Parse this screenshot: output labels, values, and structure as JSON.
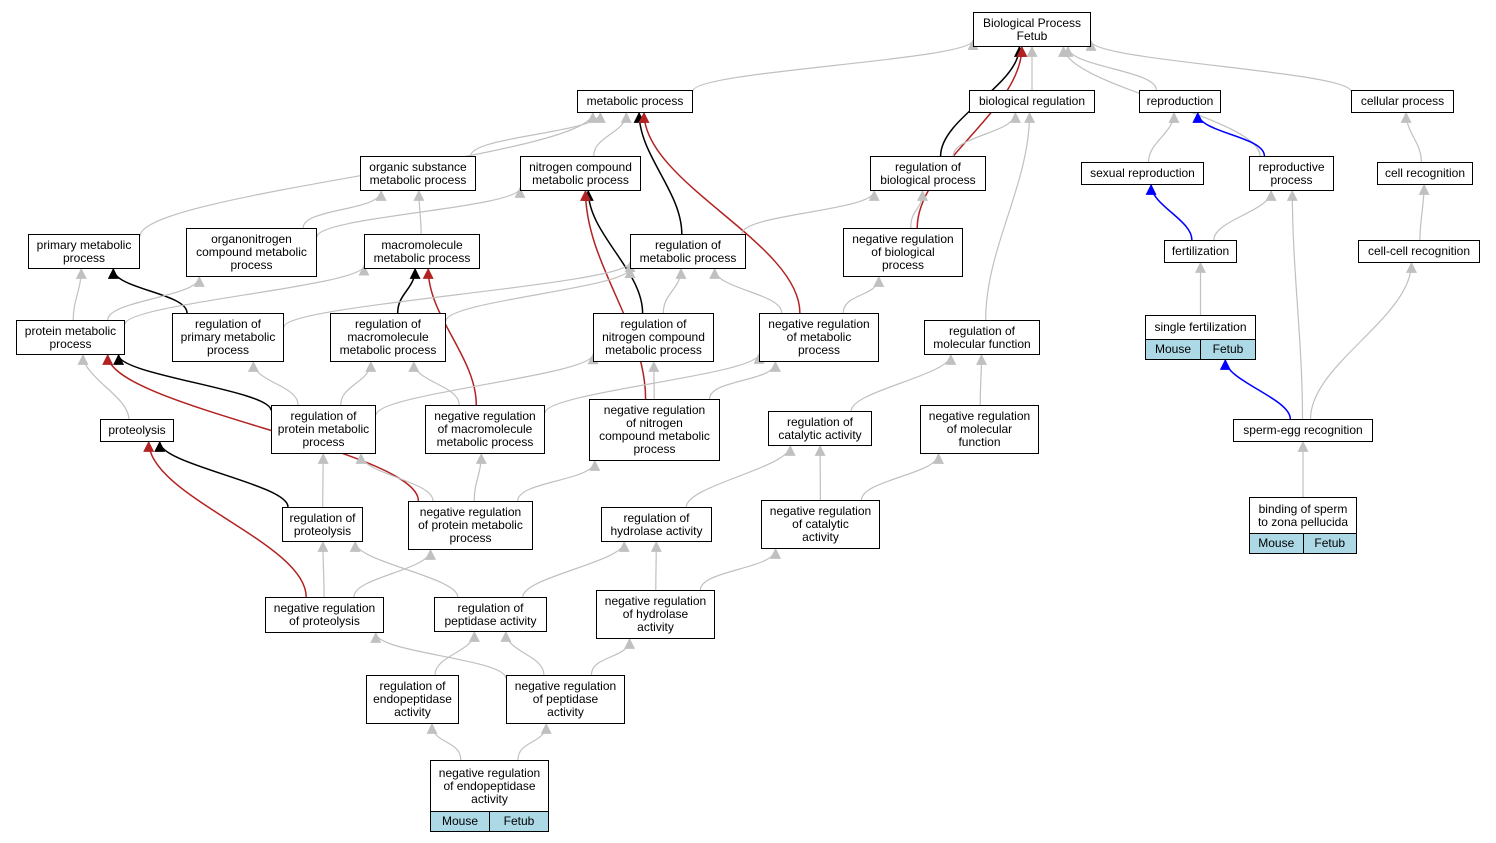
{
  "colors": {
    "gray": "#c0c0c0",
    "black": "#000000",
    "red": "#b22222",
    "blue": "#0000ff",
    "tag_bg": "#add8e6"
  },
  "nodes": [
    {
      "id": "bp",
      "label": [
        "Biological Process",
        "Fetub"
      ]
    },
    {
      "id": "mp",
      "label": [
        "metabolic process"
      ]
    },
    {
      "id": "breg",
      "label": [
        "biological regulation"
      ]
    },
    {
      "id": "repro",
      "label": [
        "reproduction"
      ]
    },
    {
      "id": "cellp",
      "label": [
        "cellular process"
      ]
    },
    {
      "id": "osmp",
      "label": [
        "organic substance",
        "metabolic process"
      ]
    },
    {
      "id": "ncmp",
      "label": [
        "nitrogen compound",
        "metabolic process"
      ]
    },
    {
      "id": "rbp",
      "label": [
        "regulation of",
        "biological process"
      ]
    },
    {
      "id": "sexr",
      "label": [
        "sexual reproduction"
      ]
    },
    {
      "id": "rprocp",
      "label": [
        "reproductive",
        "process"
      ]
    },
    {
      "id": "cellrec",
      "label": [
        "cell recognition"
      ]
    },
    {
      "id": "pmp",
      "label": [
        "primary metabolic",
        "process"
      ]
    },
    {
      "id": "oncmp",
      "label": [
        "organonitrogen",
        "compound metabolic",
        "process"
      ]
    },
    {
      "id": "mmp",
      "label": [
        "macromolecule",
        "metabolic process"
      ]
    },
    {
      "id": "rmp",
      "label": [
        "regulation of",
        "metabolic process"
      ]
    },
    {
      "id": "nrbp",
      "label": [
        "negative regulation",
        "of biological",
        "process"
      ]
    },
    {
      "id": "fert",
      "label": [
        "fertilization"
      ]
    },
    {
      "id": "ccrec",
      "label": [
        "cell-cell recognition"
      ]
    },
    {
      "id": "protmp",
      "label": [
        "protein metabolic",
        "process"
      ]
    },
    {
      "id": "rpmp",
      "label": [
        "regulation of",
        "primary metabolic",
        "process"
      ]
    },
    {
      "id": "rmmp",
      "label": [
        "regulation of",
        "macromolecule",
        "metabolic process"
      ]
    },
    {
      "id": "rncmp",
      "label": [
        "regulation of",
        "nitrogen compound",
        "metabolic process"
      ]
    },
    {
      "id": "nrmp",
      "label": [
        "negative regulation",
        "of metabolic",
        "process"
      ]
    },
    {
      "id": "rmf",
      "label": [
        "regulation of",
        "molecular function"
      ]
    },
    {
      "id": "sfert",
      "label": [
        "single fertilization"
      ],
      "tags": [
        "Mouse",
        "Fetub"
      ]
    },
    {
      "id": "proteol",
      "label": [
        "proteolysis"
      ]
    },
    {
      "id": "rprotmp",
      "label": [
        "regulation of",
        "protein metabolic",
        "process"
      ]
    },
    {
      "id": "nrmmp",
      "label": [
        "negative regulation",
        "of macromolecule",
        "metabolic process"
      ]
    },
    {
      "id": "nrncmp",
      "label": [
        "negative regulation",
        "of nitrogen",
        "compound metabolic",
        "process"
      ]
    },
    {
      "id": "rca",
      "label": [
        "regulation of",
        "catalytic activity"
      ]
    },
    {
      "id": "nrmf",
      "label": [
        "negative regulation",
        "of molecular",
        "function"
      ]
    },
    {
      "id": "ser",
      "label": [
        "sperm-egg recognition"
      ]
    },
    {
      "id": "rproteol",
      "label": [
        "regulation of",
        "proteolysis"
      ]
    },
    {
      "id": "nrprotmp",
      "label": [
        "negative regulation",
        "of protein metabolic",
        "process"
      ]
    },
    {
      "id": "rha",
      "label": [
        "regulation of",
        "hydrolase activity"
      ]
    },
    {
      "id": "nrca",
      "label": [
        "negative regulation",
        "of catalytic",
        "activity"
      ]
    },
    {
      "id": "bszp",
      "label": [
        "binding of sperm",
        "to zona pellucida"
      ],
      "tags": [
        "Mouse",
        "Fetub"
      ]
    },
    {
      "id": "nrproteol",
      "label": [
        "negative regulation",
        "of proteolysis"
      ]
    },
    {
      "id": "rpa",
      "label": [
        "regulation of",
        "peptidase activity"
      ]
    },
    {
      "id": "nrha",
      "label": [
        "negative regulation",
        "of hydrolase",
        "activity"
      ]
    },
    {
      "id": "rea",
      "label": [
        "regulation of",
        "endopeptidase",
        "activity"
      ]
    },
    {
      "id": "nrpa",
      "label": [
        "negative regulation",
        "of peptidase",
        "activity"
      ]
    },
    {
      "id": "nrea",
      "label": [
        "negative regulation",
        "of endopeptidase",
        "activity"
      ],
      "tags": [
        "Mouse",
        "Fetub"
      ]
    }
  ],
  "edges": [
    {
      "from": "mp",
      "to": "bp",
      "color": "gray"
    },
    {
      "from": "breg",
      "to": "bp",
      "color": "gray"
    },
    {
      "from": "repro",
      "to": "bp",
      "color": "gray"
    },
    {
      "from": "cellp",
      "to": "bp",
      "color": "gray"
    },
    {
      "from": "rprocp",
      "to": "bp",
      "color": "gray"
    },
    {
      "from": "rbp",
      "to": "bp",
      "color": "black"
    },
    {
      "from": "nrbp",
      "to": "bp",
      "color": "red"
    },
    {
      "from": "osmp",
      "to": "mp",
      "color": "gray"
    },
    {
      "from": "ncmp",
      "to": "mp",
      "color": "gray"
    },
    {
      "from": "pmp",
      "to": "mp",
      "color": "gray"
    },
    {
      "from": "rmp",
      "to": "mp",
      "color": "black"
    },
    {
      "from": "nrmp",
      "to": "mp",
      "color": "red"
    },
    {
      "from": "rbp",
      "to": "breg",
      "color": "gray"
    },
    {
      "from": "rmf",
      "to": "breg",
      "color": "gray"
    },
    {
      "from": "sexr",
      "to": "repro",
      "color": "gray"
    },
    {
      "from": "rprocp",
      "to": "repro",
      "color": "blue"
    },
    {
      "from": "cellrec",
      "to": "cellp",
      "color": "gray"
    },
    {
      "from": "oncmp",
      "to": "osmp",
      "color": "gray"
    },
    {
      "from": "mmp",
      "to": "osmp",
      "color": "gray"
    },
    {
      "from": "oncmp",
      "to": "ncmp",
      "color": "gray"
    },
    {
      "from": "rncmp",
      "to": "ncmp",
      "color": "black"
    },
    {
      "from": "nrncmp",
      "to": "ncmp",
      "color": "red"
    },
    {
      "from": "rmp",
      "to": "rbp",
      "color": "gray"
    },
    {
      "from": "nrbp",
      "to": "rbp",
      "color": "gray"
    },
    {
      "from": "fert",
      "to": "sexr",
      "color": "blue"
    },
    {
      "from": "fert",
      "to": "rprocp",
      "color": "gray"
    },
    {
      "from": "ser",
      "to": "rprocp",
      "color": "gray"
    },
    {
      "from": "ccrec",
      "to": "cellrec",
      "color": "gray"
    },
    {
      "from": "protmp",
      "to": "pmp",
      "color": "gray"
    },
    {
      "from": "rpmp",
      "to": "pmp",
      "color": "black"
    },
    {
      "from": "protmp",
      "to": "oncmp",
      "color": "gray"
    },
    {
      "from": "protmp",
      "to": "mmp",
      "color": "gray"
    },
    {
      "from": "rmmp",
      "to": "mmp",
      "color": "black"
    },
    {
      "from": "nrmmp",
      "to": "mmp",
      "color": "red"
    },
    {
      "from": "rpmp",
      "to": "rmp",
      "color": "gray"
    },
    {
      "from": "rmmp",
      "to": "rmp",
      "color": "gray"
    },
    {
      "from": "rncmp",
      "to": "rmp",
      "color": "gray"
    },
    {
      "from": "nrmp",
      "to": "rmp",
      "color": "gray"
    },
    {
      "from": "nrmp",
      "to": "nrbp",
      "color": "gray"
    },
    {
      "from": "sfert",
      "to": "fert",
      "color": "gray"
    },
    {
      "from": "ser",
      "to": "ccrec",
      "color": "gray"
    },
    {
      "from": "proteol",
      "to": "protmp",
      "color": "gray"
    },
    {
      "from": "rprotmp",
      "to": "protmp",
      "color": "black"
    },
    {
      "from": "nrprotmp",
      "to": "protmp",
      "color": "red"
    },
    {
      "from": "rprotmp",
      "to": "rpmp",
      "color": "gray"
    },
    {
      "from": "rprotmp",
      "to": "rmmp",
      "color": "gray"
    },
    {
      "from": "nrmmp",
      "to": "rmmp",
      "color": "gray"
    },
    {
      "from": "rprotmp",
      "to": "rncmp",
      "color": "gray"
    },
    {
      "from": "nrncmp",
      "to": "rncmp",
      "color": "gray"
    },
    {
      "from": "nrmmp",
      "to": "nrmp",
      "color": "gray"
    },
    {
      "from": "nrncmp",
      "to": "nrmp",
      "color": "gray"
    },
    {
      "from": "rca",
      "to": "rmf",
      "color": "gray"
    },
    {
      "from": "nrmf",
      "to": "rmf",
      "color": "gray"
    },
    {
      "from": "ser",
      "to": "sfert",
      "color": "blue"
    },
    {
      "from": "rproteol",
      "to": "proteol",
      "color": "black"
    },
    {
      "from": "nrproteol",
      "to": "proteol",
      "color": "red"
    },
    {
      "from": "rproteol",
      "to": "rprotmp",
      "color": "gray"
    },
    {
      "from": "nrprotmp",
      "to": "rprotmp",
      "color": "gray"
    },
    {
      "from": "nrprotmp",
      "to": "nrmmp",
      "color": "gray"
    },
    {
      "from": "nrprotmp",
      "to": "nrncmp",
      "color": "gray"
    },
    {
      "from": "rha",
      "to": "rca",
      "color": "gray"
    },
    {
      "from": "nrca",
      "to": "rca",
      "color": "gray"
    },
    {
      "from": "nrca",
      "to": "nrmf",
      "color": "gray"
    },
    {
      "from": "bszp",
      "to": "ser",
      "color": "gray"
    },
    {
      "from": "nrproteol",
      "to": "rproteol",
      "color": "gray"
    },
    {
      "from": "rpa",
      "to": "rproteol",
      "color": "gray"
    },
    {
      "from": "nrproteol",
      "to": "nrprotmp",
      "color": "gray"
    },
    {
      "from": "rpa",
      "to": "rha",
      "color": "gray"
    },
    {
      "from": "nrha",
      "to": "rha",
      "color": "gray"
    },
    {
      "from": "nrha",
      "to": "nrca",
      "color": "gray"
    },
    {
      "from": "nrpa",
      "to": "nrproteol",
      "color": "gray"
    },
    {
      "from": "rea",
      "to": "rpa",
      "color": "gray"
    },
    {
      "from": "nrpa",
      "to": "rpa",
      "color": "gray"
    },
    {
      "from": "nrpa",
      "to": "nrha",
      "color": "gray"
    },
    {
      "from": "nrea",
      "to": "rea",
      "color": "gray"
    },
    {
      "from": "nrea",
      "to": "nrpa",
      "color": "gray"
    }
  ]
}
